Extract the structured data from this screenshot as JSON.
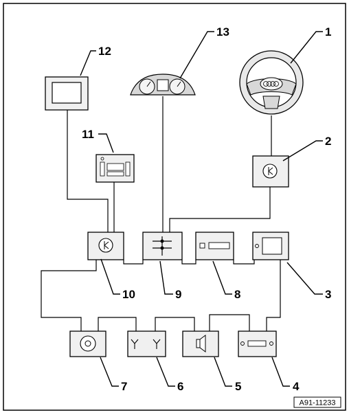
{
  "callouts": {
    "c1": "1",
    "c2": "2",
    "c3": "3",
    "c4": "4",
    "c5": "5",
    "c6": "6",
    "c7": "7",
    "c8": "8",
    "c9": "9",
    "c10": "10",
    "c11": "11",
    "c12": "12",
    "c13": "13"
  },
  "reference_code": "A91-11233",
  "icons": {
    "steering_wheel": "steering-wheel-icon",
    "instrument_cluster": "instrument-cluster-icon",
    "display": "display-screen-icon",
    "control_panel": "control-panel-icon",
    "radio": "radio-unit-icon",
    "speaker": "speaker-icon",
    "antenna": "antenna-icon",
    "cd": "cd-changer-icon",
    "gateway": "gateway-icon",
    "control_unit": "control-unit-icon"
  }
}
